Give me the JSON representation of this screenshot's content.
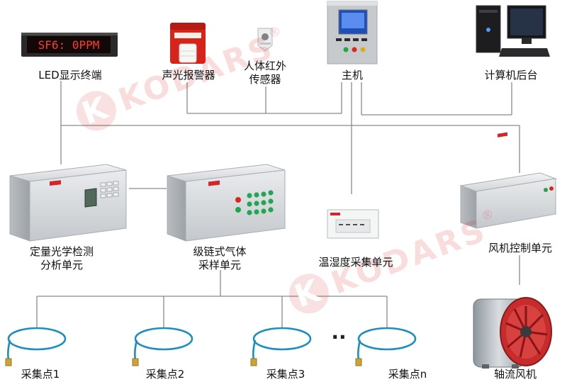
{
  "watermark": {
    "initial": "K",
    "text": "KODARS",
    "reg": "®"
  },
  "led_screen_text": "SF6:  0PPM",
  "device_brand": "KODARS",
  "labels": {
    "led_display": "LED显示终端",
    "sound_light_alarm": "声光报警器",
    "pir_sensor_line1": "人体红外",
    "pir_sensor_line2": "传感器",
    "host": "主机",
    "computer_backend": "计算机后台",
    "optical_analyzer_line1": "定量光学检测",
    "optical_analyzer_line2": "分析单元",
    "cascade_sampling_line1": "级链式气体",
    "cascade_sampling_line2": "采样单元",
    "temp_humidity": "温湿度采集单元",
    "fan_control": "风机控制单元",
    "axial_fan": "轴流风机",
    "point1": "采集点1",
    "point2": "采集点2",
    "point3": "采集点3",
    "pointn": "采集点n",
    "ellipsis": "··"
  }
}
